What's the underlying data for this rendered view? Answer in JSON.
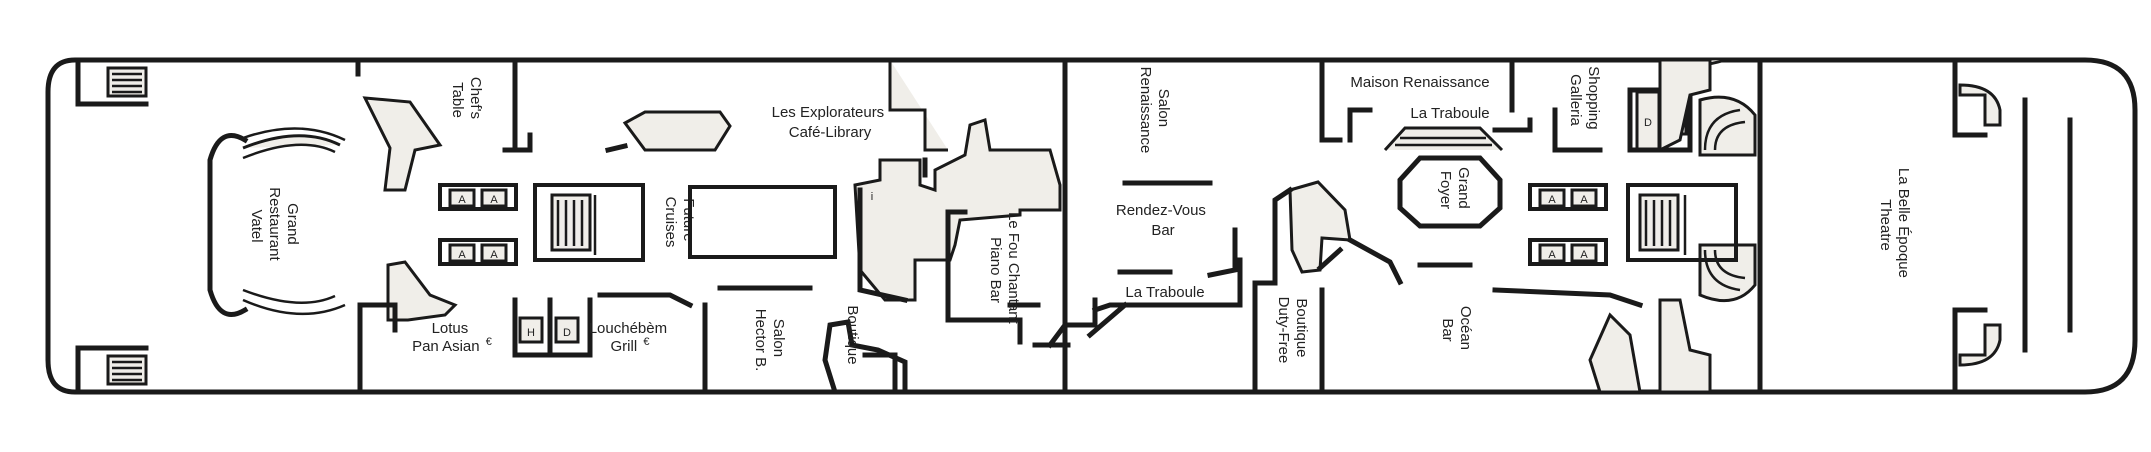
{
  "colors": {
    "wall": "#1a1a1a",
    "fill": "#f0eee9",
    "background": "#ffffff",
    "text": "#222222"
  },
  "labels": {
    "grand_restaurant": [
      "Grand",
      "Restaurant",
      "Vatel"
    ],
    "chefs_table": [
      "Chef's",
      "Table"
    ],
    "lotus": [
      "Lotus",
      "Pan Asian"
    ],
    "lotus_mark": "€",
    "louchebem": [
      "Louchébèm",
      "Grill"
    ],
    "louchebem_mark": "€",
    "future_cruises": [
      "Future",
      "Cruises"
    ],
    "explorateurs": [
      "Les Explorateurs",
      "Café-Library"
    ],
    "salon_hector": [
      "Salon",
      "Hector B."
    ],
    "boutique_left": "Boutique",
    "fou_chantant": [
      "Le Fou Chantant",
      "Piano Bar"
    ],
    "salon_renaissance": [
      "Salon",
      "Renaissance"
    ],
    "rendez_vous": [
      "Rendez-Vous",
      "Bar"
    ],
    "la_traboule_lower": "La Traboule",
    "boutique_duty_free": [
      "Boutique",
      "Duty-Free"
    ],
    "maison_renaissance": "Maison Renaissance",
    "la_traboule_upper": "La Traboule",
    "grand_foyer": [
      "Grand",
      "Foyer"
    ],
    "shopping_galleria": [
      "Shopping",
      "Galleria"
    ],
    "ocean_bar": [
      "Océan",
      "Bar"
    ],
    "belle_epoque": [
      "La Belle Époque",
      "Theatre"
    ]
  },
  "elevator_letter": "A",
  "restroom_h": "H",
  "restroom_d": "D"
}
